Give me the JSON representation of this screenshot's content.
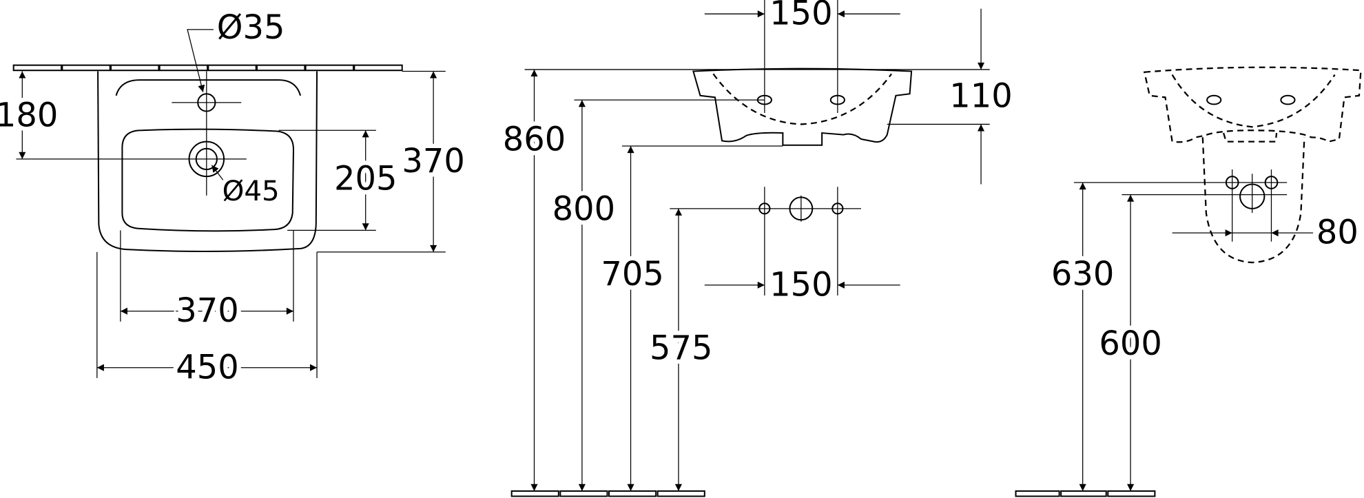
{
  "drawing": {
    "top_view": {
      "tap_hole_diameter": "Ø35",
      "waste_diameter": "Ø45",
      "tap_hole_to_drain": "180",
      "bowl_depth": "205",
      "overall_depth": "370",
      "bowl_width": "370",
      "overall_width": "450"
    },
    "front_view": {
      "tap_hole_spacing_top": "150",
      "rim_height_offset": "110",
      "height_rim": "860",
      "height_tap_holes": "800",
      "height_underside": "705",
      "height_supply": "575",
      "supply_spacing": "150"
    },
    "pedestal_view": {
      "height_supply": "630",
      "height_waste": "600",
      "supply_spacing": "80"
    }
  },
  "colors": {
    "line": "#000000",
    "background": "#ffffff"
  }
}
